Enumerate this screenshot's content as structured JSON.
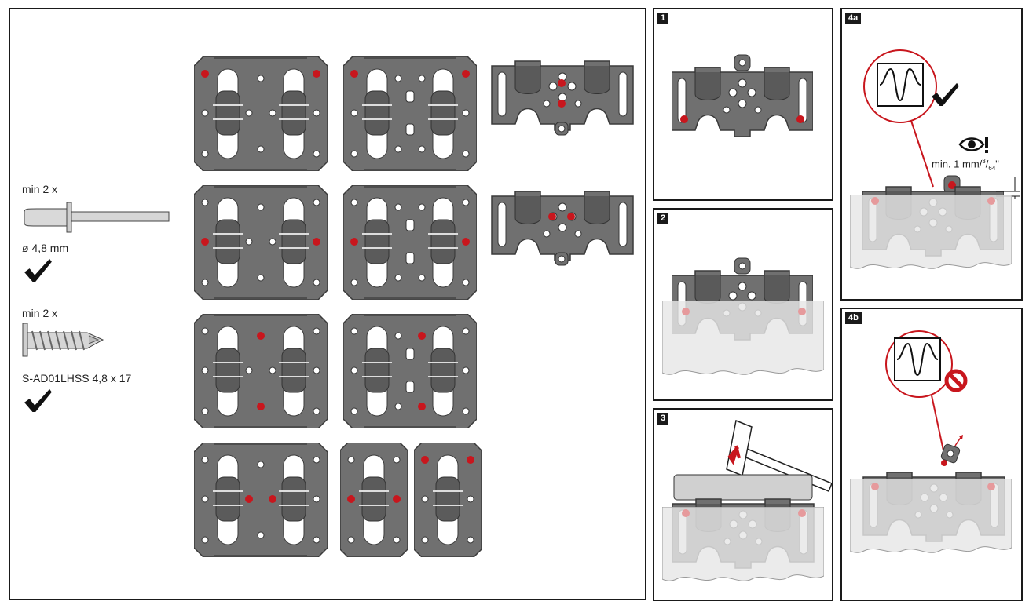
{
  "fasteners": {
    "rivet": {
      "qty": "min 2 x",
      "diameter": "ø 4,8 mm",
      "status": "approved"
    },
    "screw": {
      "qty": "min 2 x",
      "code": "S-AD01LHSS 4,8 x 17",
      "status": "approved"
    }
  },
  "steps": [
    {
      "tag": "1"
    },
    {
      "tag": "2"
    },
    {
      "tag": "3"
    },
    {
      "tag": "4a",
      "measure_text": "min. 1 mm",
      "measure_fraction_num": "3",
      "measure_fraction_den": "64",
      "measure_unit": "\"",
      "status": "ok"
    },
    {
      "tag": "4b",
      "status": "not-allowed"
    }
  ],
  "colors": {
    "plate": "#6e6e6e",
    "plate_dark": "#4e4e4e",
    "hole_marked": "#c8161d",
    "frame": "#1a1a1a",
    "substrate": "#e3e3e3"
  }
}
